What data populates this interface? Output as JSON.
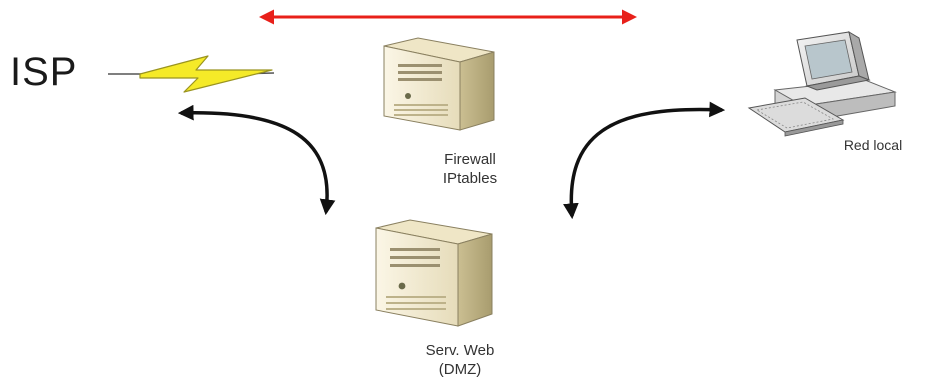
{
  "nodes": {
    "isp": {
      "label": "ISP"
    },
    "firewall": {
      "line1": "Firewall",
      "line2": "IPtables"
    },
    "web_server": {
      "line1": "Serv. Web",
      "line2": "(DMZ)"
    },
    "local_network": {
      "label": "Red local"
    }
  },
  "colors": {
    "top_arrow": "#e8201a",
    "curved_arrows": "#111111",
    "lightning": "#f5ea28",
    "server_body": "#f3ebd3",
    "server_shade": "#d3c89f"
  },
  "icons": {
    "isp": "lightning-bolt-icon",
    "firewall": "server-tower-icon",
    "web_server": "server-tower-icon",
    "local_network": "desktop-computer-icon"
  }
}
